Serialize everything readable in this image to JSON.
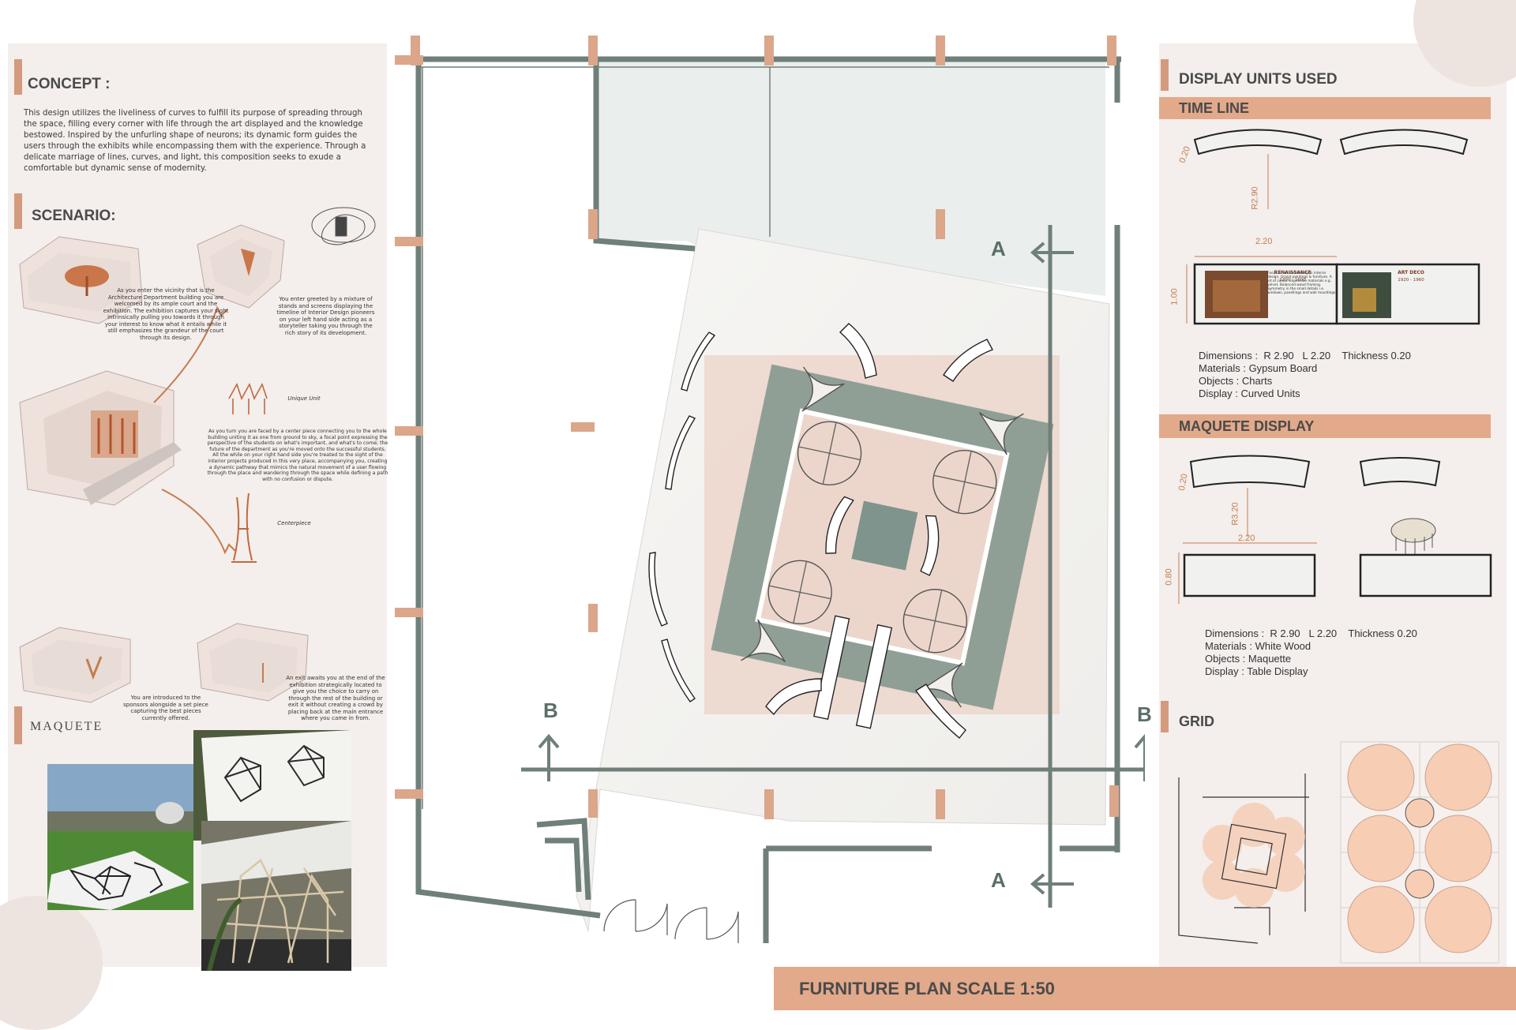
{
  "left_panel": {
    "concept_title": "CONCEPT :",
    "concept_text": "This design utilizes the liveliness of curves to fulfill its purpose of spreading through the space, filling every corner with life through the art displayed and the knowledge bestowed. Inspired by the unfurling shape of neurons; its dynamic form guides the users through the exhibits while encompassing them with the experience. Through a delicate marriage of lines, curves, and light, this composition seeks to exude a comfortable but dynamic sense of modernity.",
    "scenario_title": "SCENARIO:",
    "scenario_captions": [
      "As you enter the vicinity that is the Architecture Department building you are welcomed by its ample court and the exhibition. The exhibition captures your sight intrinsically pulling you towards it through your interest to know what it entails while it still emphasizes the grandeur of the court through its design.",
      "You enter greeted by a mixture of stands and screens displaying the timeline of Interior Design pioneers on your left hand side acting as a storyteller taking you through the rich story of its development.",
      "As you turn you are faced by a center piece connecting you to the whole building uniting it as one from ground to sky, a focal point expressing the perspective of the students on what's important, and what's to come; the future of the department as you're moved onto the successful students. All the while on your right hand side you're treated to the sight of the interior projects produced in this very place, accompanying you, creating a dynamic pathway that mimics the natural movement of a user flowing through the place and wandering through the space while defining a path with no confusion or dispute.",
      "You are introduced to the sponsors alongside a set piece capturing the best pieces currently offered.",
      "An exit awaits you at the end of the exhibition strategically located to give you the choice to carry on through the rest of the building or exit it without creating a crowd by placing back at the main entrance where you came in from."
    ],
    "unique_unit_label": "Unique Unit",
    "centerpiece_label": "Centerpiece",
    "maquete_title": "MAQUETE"
  },
  "plan": {
    "section_labels": [
      "A",
      "A",
      "B",
      "B"
    ],
    "footer_title": "FURNITURE PLAN SCALE 1:50"
  },
  "right_panel": {
    "title": "DISPLAY UNITS USED",
    "timeline_title": "TIME LINE",
    "timeline_dims": {
      "thickness": "0.20",
      "radius": "R2.90",
      "length": "2.20",
      "height": "1.00"
    },
    "timeline_boards": [
      {
        "title": "RENAISSANCE",
        "years": "1300 - 1600",
        "notes": "Focus on art and beauty in interior design. Grand paintings & furniture. A lot of colour. Expensive materials e.g. velvet. Balanced wood framing. Symmetry in the small details i.e. windows, panellings and wall mouldings."
      },
      {
        "title": "ART DECO",
        "years": "1920 - 1960"
      }
    ],
    "timeline_specs": [
      "Dimensions :  R 2.90   L 2.20    Thickness 0.20",
      "Materials : Gypsum Board",
      "Objects : Charts",
      "Display : Curved Units"
    ],
    "maquete_title": "MAQUETE DISPLAY",
    "maquete_dims": {
      "thickness": "0.20",
      "radius": "R3.20",
      "length": "2.20",
      "height": "0.80"
    },
    "maquete_specs": [
      "Dimensions :  R 2.90   L 2.20    Thickness 0.20",
      "Materials : White Wood",
      "Objects : Maquette",
      "Display : Table Display"
    ],
    "grid_title": "GRID",
    "grid_letter": "B"
  },
  "colors": {
    "accent": "#d49a7e",
    "wall": "#6f7f79",
    "column": "#dba68a",
    "panel_bg": "#f4eeec",
    "teal": "#7f948c",
    "pink": "#ecd6cb",
    "text": "#4a4a4a"
  }
}
